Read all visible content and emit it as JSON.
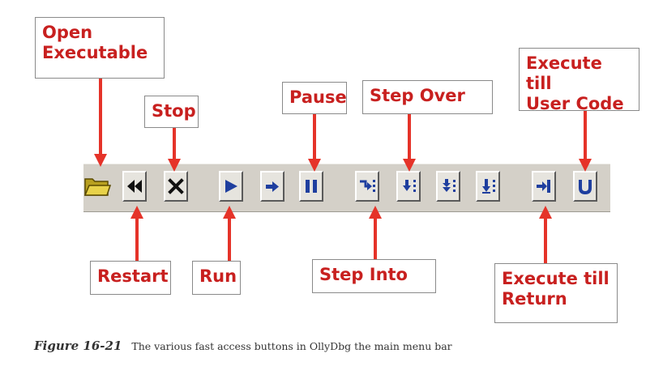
{
  "labels": {
    "open_executable": "Open\nExecutable",
    "stop": "Stop",
    "pause": "Pause",
    "step_over": "Step Over",
    "execute_till_user_code": "Execute till\nUser Code",
    "restart": "Restart",
    "run": "Run",
    "step_into": "Step Into",
    "execute_till_return": "Execute till\nReturn"
  },
  "toolbar": {
    "buttons": [
      {
        "icon": "open-folder-icon"
      },
      {
        "icon": "restart-icon"
      },
      {
        "icon": "stop-icon"
      },
      {
        "icon": "run-icon"
      },
      {
        "icon": "animate-icon"
      },
      {
        "icon": "pause-icon"
      },
      {
        "icon": "step-into-icon"
      },
      {
        "icon": "step-over-icon"
      },
      {
        "icon": "animate-into-icon"
      },
      {
        "icon": "animate-over-icon"
      },
      {
        "icon": "execute-till-return-icon"
      },
      {
        "icon": "execute-till-user-code-icon"
      }
    ]
  },
  "caption": {
    "figure_number": "Figure 16-21",
    "text": "The various fast access buttons in OllyDbg the main menu bar"
  },
  "colors": {
    "label_text": "#c8201f",
    "arrow": "#e53329",
    "icon_blue": "#1f3f9f",
    "toolbar_bg": "#d4d0c8"
  }
}
